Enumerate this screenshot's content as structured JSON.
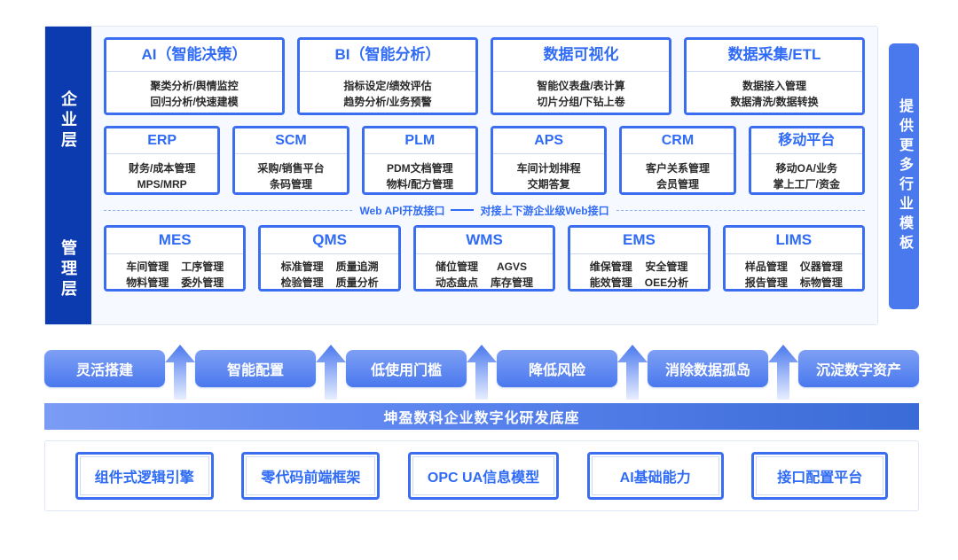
{
  "architecture": {
    "layers": [
      {
        "rail_label": "企业层"
      },
      {
        "rail_label": "管理层"
      }
    ],
    "enterprise_row1": [
      {
        "title": "AI（智能决策）",
        "lines": [
          "聚类分析/舆情监控",
          "回归分析/快速建模"
        ]
      },
      {
        "title": "BI（智能分析）",
        "lines": [
          "指标设定/绩效评估",
          "趋势分析/业务预警"
        ]
      },
      {
        "title": "数据可视化",
        "lines": [
          "智能仪表盘/表计算",
          "切片分组/下钻上卷"
        ]
      },
      {
        "title": "数据采集/ETL",
        "lines": [
          "数据接入管理",
          "数据清洗/数据转换"
        ]
      }
    ],
    "enterprise_row2": [
      {
        "title": "ERP",
        "lines": [
          "财务/成本管理",
          "MPS/MRP"
        ]
      },
      {
        "title": "SCM",
        "lines": [
          "采购/销售平台",
          "条码管理"
        ]
      },
      {
        "title": "PLM",
        "lines": [
          "PDM文档管理",
          "物料/配方管理"
        ]
      },
      {
        "title": "APS",
        "lines": [
          "车间计划排程",
          "交期答复"
        ]
      },
      {
        "title": "CRM",
        "lines": [
          "客户关系管理",
          "会员管理"
        ]
      },
      {
        "title": "移动平台",
        "lines": [
          "移动OA/业务",
          "掌上工厂/资金"
        ]
      }
    ],
    "api_divider": {
      "left_text": "Web API开放接口",
      "right_text": "对接上下游企业级Web接口"
    },
    "management_row": [
      {
        "title": "MES",
        "col1": [
          "车间管理",
          "物料管理"
        ],
        "col2": [
          "工序管理",
          "委外管理"
        ]
      },
      {
        "title": "QMS",
        "col1": [
          "标准管理",
          "检验管理"
        ],
        "col2": [
          "质量追溯",
          "质量分析"
        ]
      },
      {
        "title": "WMS",
        "col1": [
          "储位管理",
          "动态盘点"
        ],
        "col2": [
          "AGVS",
          "库存管理"
        ]
      },
      {
        "title": "EMS",
        "col1": [
          "维保管理",
          "能效管理"
        ],
        "col2": [
          "安全管理",
          "OEE分析"
        ]
      },
      {
        "title": "LIMS",
        "col1": [
          "样品管理",
          "报告管理"
        ],
        "col2": [
          "仪器管理",
          "标物管理"
        ]
      }
    ]
  },
  "template_bar": {
    "label": "提供更多行业模板"
  },
  "benefits": [
    {
      "label": "灵活搭建"
    },
    {
      "label": "智能配置"
    },
    {
      "label": "低使用门槛"
    },
    {
      "label": "降低风险"
    },
    {
      "label": "消除数据孤岛"
    },
    {
      "label": "沉淀数字资产"
    }
  ],
  "banner": {
    "label": "坤盈数科企业数字化研发底座"
  },
  "foundation": [
    {
      "label": "组件式逻辑引擎"
    },
    {
      "label": "零代码前端框架"
    },
    {
      "label": "OPC UA信息模型"
    },
    {
      "label": "AI基础能力"
    },
    {
      "label": "接口配置平台"
    }
  ],
  "colors": {
    "rail_blue": "#0c3bb0",
    "card_border": "#3b6df0",
    "accent_text": "#2f6bf5",
    "pill_blue": "#4a79ee",
    "banner_left": "#7b9cf5",
    "banner_right": "#3a6bd6",
    "panel_bg": "#f6f9ff"
  }
}
